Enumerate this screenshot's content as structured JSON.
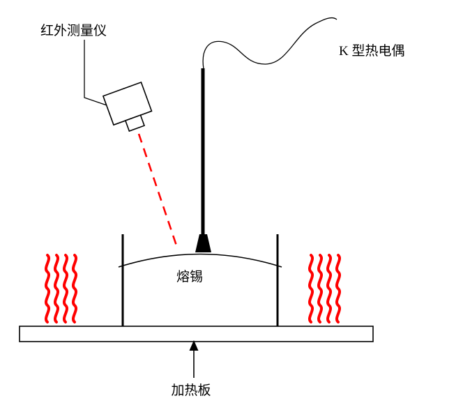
{
  "labels": {
    "infrared_meter": "红外测量仪",
    "k_thermocouple": "K 型热电偶",
    "molten_solder": "熔锡",
    "hot_plate": "加热板"
  },
  "colors": {
    "heat_red": "#ff0000",
    "beam_red": "#ff0000",
    "ink": "#000000",
    "background": "#ffffff"
  }
}
